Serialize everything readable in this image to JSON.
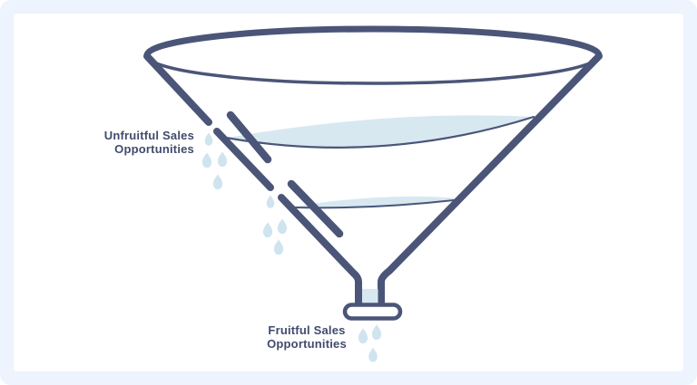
{
  "theme": {
    "navy": "#4a5578",
    "text_navy": "#404c6d",
    "water_blue": "#d7e8f1",
    "droplet_blue": "#cfe4ef",
    "frame_blue": "#edf4fd",
    "card_white": "#ffffff"
  },
  "diagram": {
    "type": "leaky-sales-funnel",
    "labels": {
      "unfruitful": {
        "line1": "Unfruitful Sales",
        "line2": "Opportunities"
      },
      "fruitful": {
        "line1": "Fruitful Sales",
        "line2": "Opportunities"
      }
    }
  }
}
